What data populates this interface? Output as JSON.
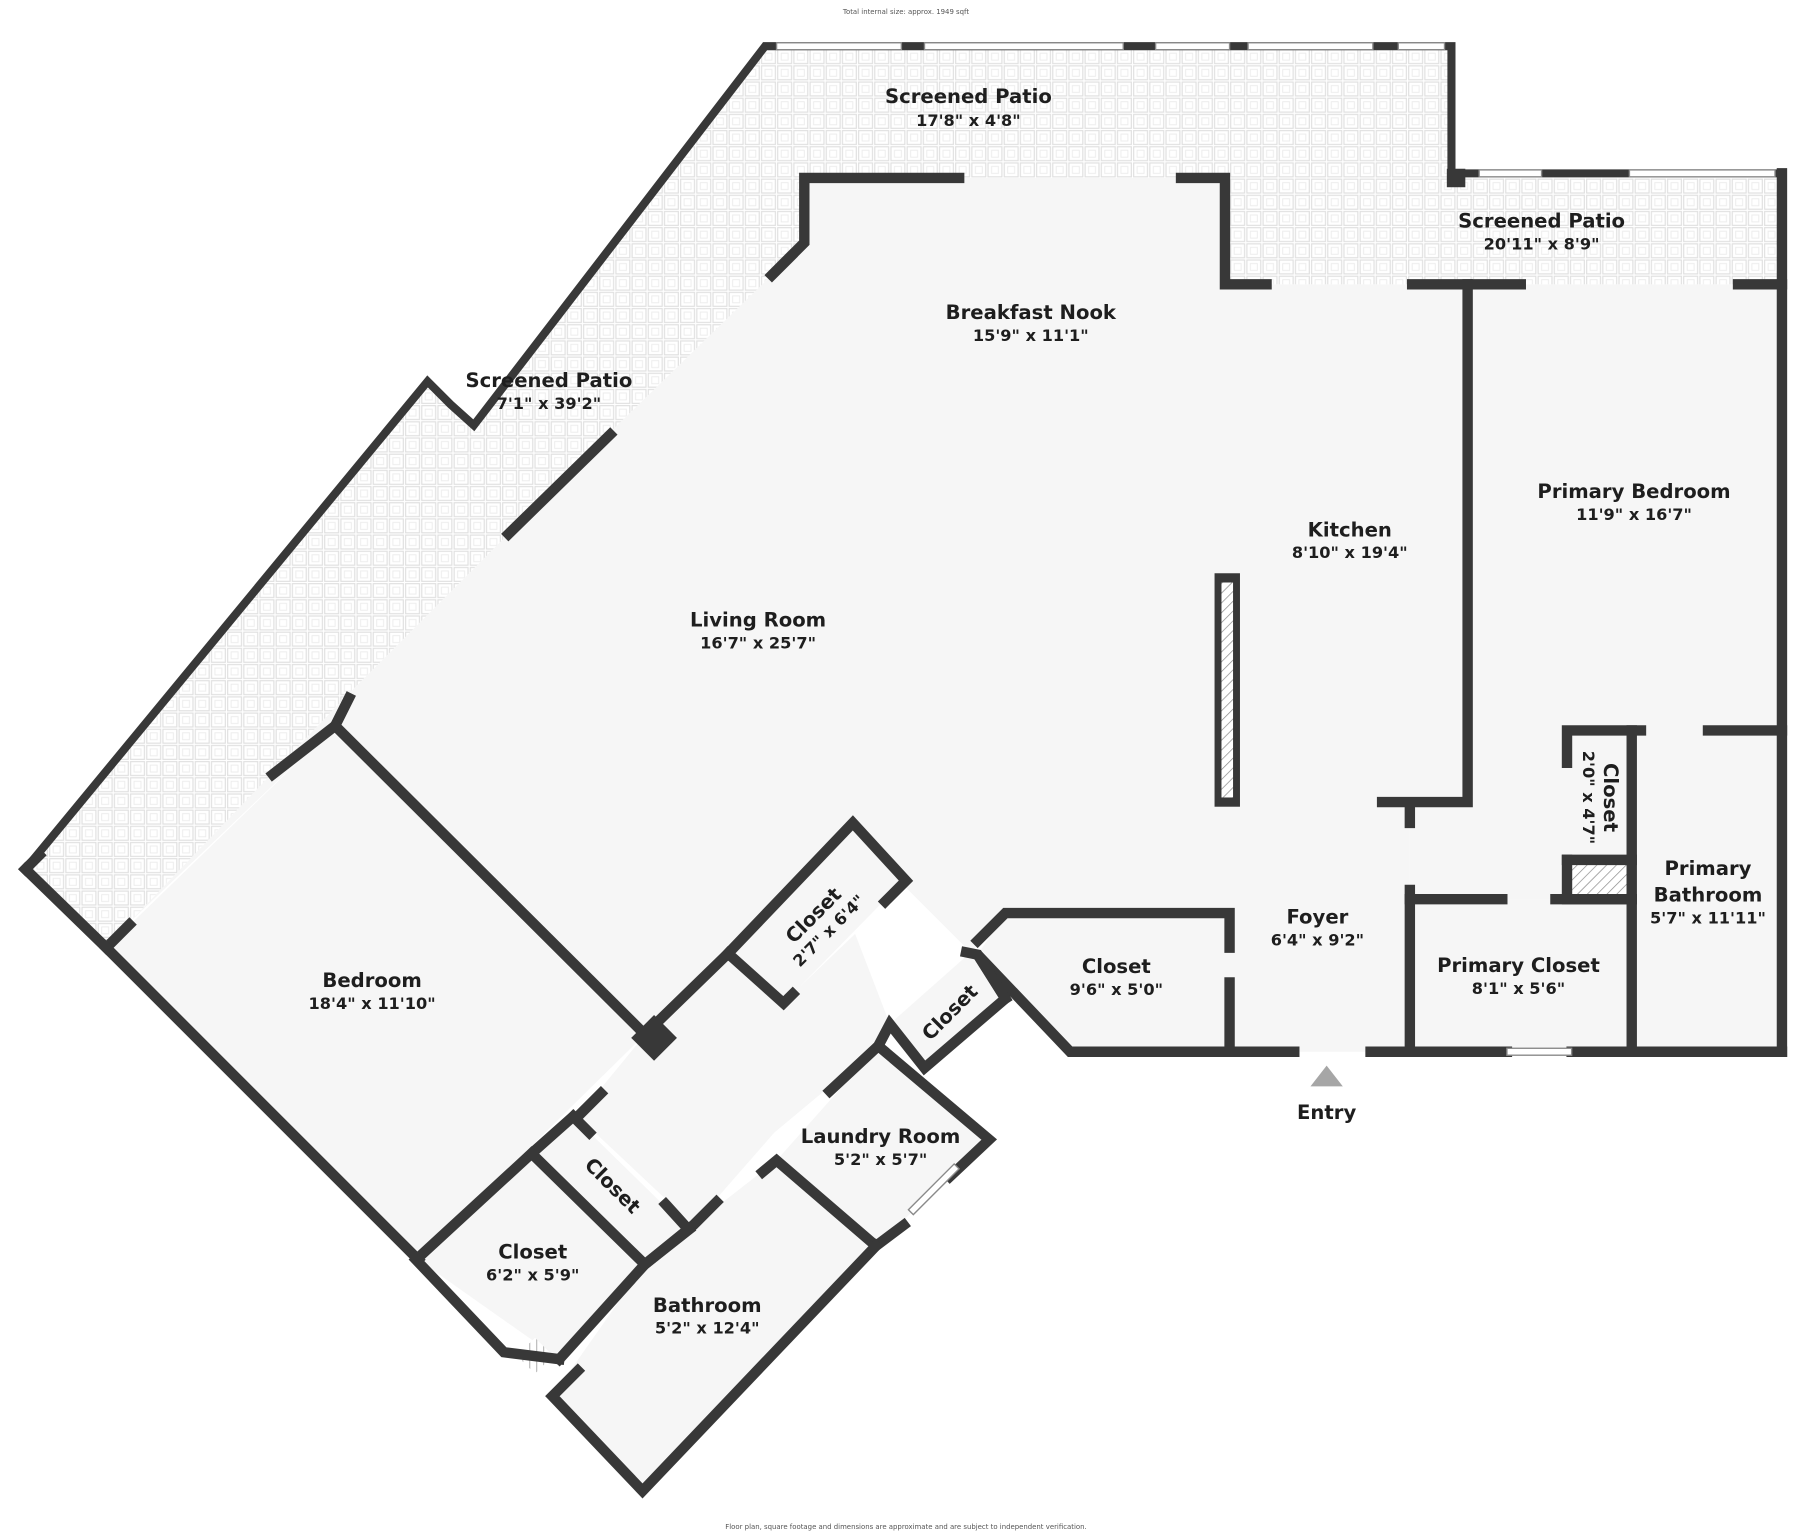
{
  "header": {
    "total_size_note": "Total internal size: approx. 1949 sqft"
  },
  "footer": {
    "disclaimer": "Floor plan, square footage and dimensions are approximate and are subject to independent verification."
  },
  "entry": {
    "label": "Entry",
    "marker_color": "#a6a6a6"
  },
  "colors": {
    "wall": "#383838",
    "room_floor": "#f6f6f6",
    "patio_tile": "#e2e2e2",
    "background": "#ffffff"
  },
  "rooms": {
    "patio_top": {
      "name": "Screened Patio",
      "dims": "17'8\" x 4'8\""
    },
    "patio_right": {
      "name": "Screened Patio",
      "dims": "20'11\" x 8'9\""
    },
    "patio_left": {
      "name": "Screened Patio",
      "dims": "7'1\" x 39'2\""
    },
    "breakfast_nook": {
      "name": "Breakfast Nook",
      "dims": "15'9\" x 11'1\""
    },
    "kitchen": {
      "name": "Kitchen",
      "dims": "8'10\" x 19'4\""
    },
    "living_room": {
      "name": "Living Room",
      "dims": "16'7\" x 25'7\""
    },
    "primary_bedroom": {
      "name": "Primary Bedroom",
      "dims": "11'9\" x 16'7\""
    },
    "primary_closet_small": {
      "name": "Closet",
      "dims": "2'0\" x 4'7\""
    },
    "primary_bathroom": {
      "name_line1": "Primary",
      "name_line2": "Bathroom",
      "dims": "5'7\" x 11'11\""
    },
    "foyer": {
      "name": "Foyer",
      "dims": "6'4\" x 9'2\""
    },
    "foyer_closet": {
      "name": "Closet",
      "dims": "9'6\" x 5'0\""
    },
    "primary_closet": {
      "name": "Primary Closet",
      "dims": "8'1\" x 5'6\""
    },
    "hall_closet": {
      "name": "Closet",
      "dims": "2'7\" x 6'4\""
    },
    "small_closet_entry": {
      "name": "Closet"
    },
    "bedroom": {
      "name": "Bedroom",
      "dims": "18'4\" x 11'10\""
    },
    "laundry_room": {
      "name": "Laundry Room",
      "dims": "5'2\" x 5'7\""
    },
    "bedroom_closet_narrow": {
      "name": "Closet"
    },
    "bedroom_closet": {
      "name": "Closet",
      "dims": "6'2\" x 5'9\""
    },
    "bathroom": {
      "name": "Bathroom",
      "dims": "5'2\" x 12'4\""
    }
  }
}
